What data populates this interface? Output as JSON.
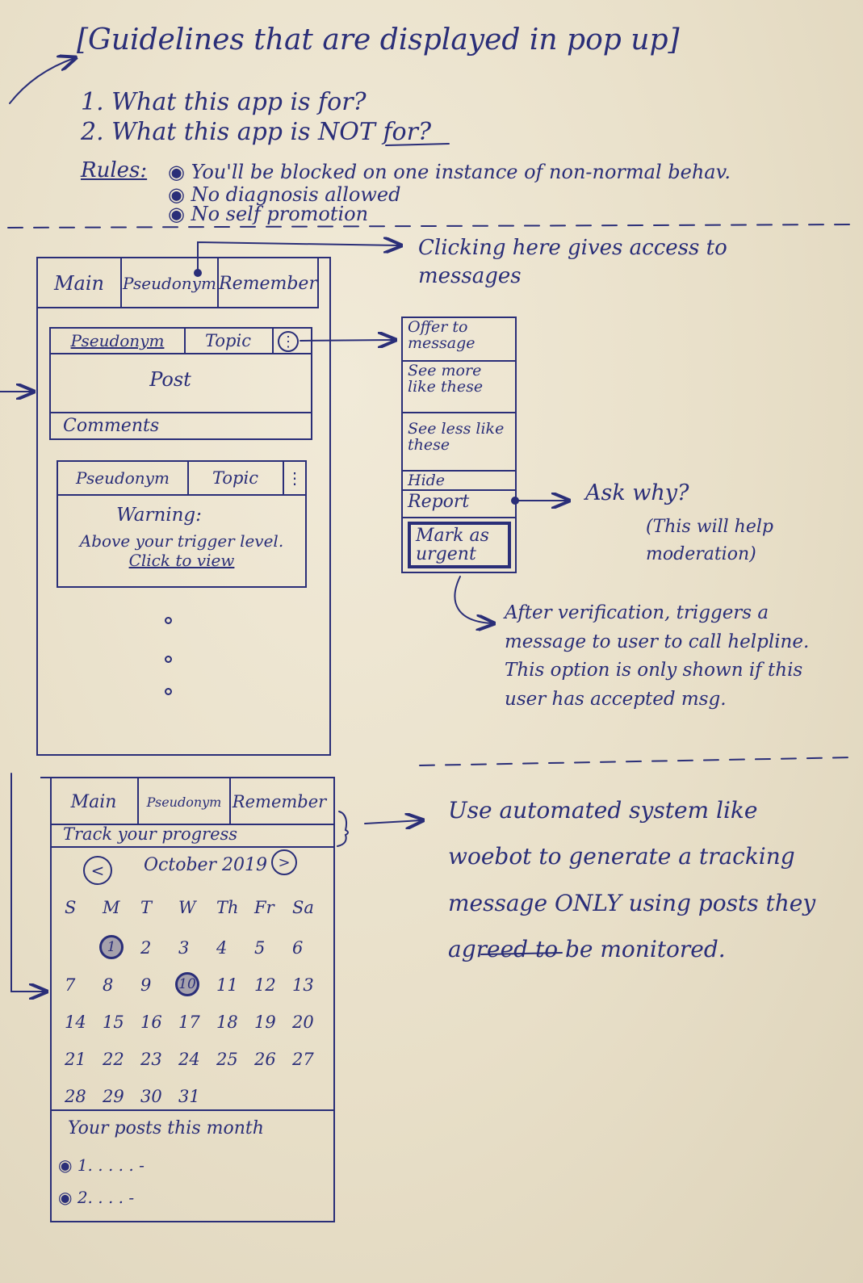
{
  "guidelines": {
    "heading": "[Guidelines that are displayed in pop up]",
    "items": [
      "1. What this app is for?",
      "2. What this app is NOT for?"
    ],
    "rules_label": "Rules:",
    "rules": [
      "You'll be blocked on one instance of non-normal behav.",
      "No diagnosis allowed",
      "No self promotion"
    ]
  },
  "feed_screen": {
    "tabs": [
      "Main",
      "Pseudonym",
      "Remember"
    ],
    "post1": {
      "pseudonym": "Pseudonym",
      "topic": "Topic",
      "menu": "⋮",
      "body": "Post",
      "comments": "Comments"
    },
    "post2": {
      "pseudonym": "Pseudonym",
      "topic": "Topic",
      "menu": "⋮",
      "warning": "Warning:",
      "warning_body": "Above your trigger level.",
      "click_to_view": "Click to view"
    }
  },
  "pseudonym_annotation": "Clicking here gives access to messages",
  "context_menu": {
    "items": [
      "Offer to message",
      "See more like these",
      "See less like these",
      "Hide",
      "Report",
      "Mark as urgent"
    ]
  },
  "report_annotation": {
    "title": "Ask why?",
    "note": "(This will help moderation)"
  },
  "urgent_annotation": "After verification, triggers a message to user to call helpline. This option is only shown if this user has accepted msg.",
  "calendar_screen": {
    "tabs": [
      "Main",
      "Pseudonym",
      "Remember"
    ],
    "track": "Track your progress",
    "prev": "<",
    "month": "October 2019",
    "next": ">",
    "days": [
      "S",
      "M",
      "T",
      "W",
      "Th",
      "Fr",
      "Sa"
    ],
    "weeks": [
      [
        "",
        "1",
        "2",
        "3",
        "4",
        "5",
        "6"
      ],
      [
        "7",
        "8",
        "9",
        "10",
        "11",
        "12",
        "13"
      ],
      [
        "14",
        "15",
        "16",
        "17",
        "18",
        "19",
        "20"
      ],
      [
        "21",
        "22",
        "23",
        "24",
        "25",
        "26",
        "27"
      ],
      [
        "28",
        "29",
        "30",
        "31",
        "",
        "",
        ""
      ]
    ],
    "highlighted": [
      "1",
      "10"
    ],
    "posts_label": "Your posts this month",
    "posts": [
      "1. . . . . -",
      "2. . . . -"
    ]
  },
  "tracking_annotation": "Use automated system like woebot to generate a tracking message ONLY using posts they agreed to be monitored.",
  "tracking_emphasis": "ONLY"
}
